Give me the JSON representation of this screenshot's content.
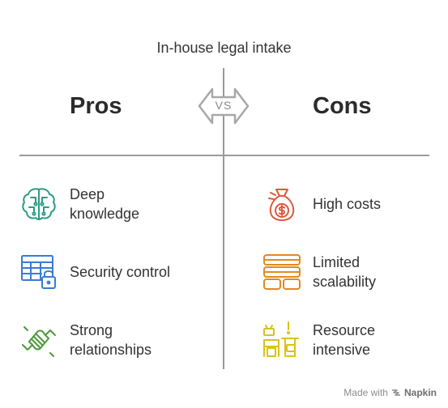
{
  "title": "In-house legal intake",
  "vs_label": "VS",
  "pros": {
    "heading": "Pros",
    "items": [
      {
        "label_line1": "Deep",
        "label_line2": "knowledge",
        "icon": "brain-icon",
        "color": "#2a9d84"
      },
      {
        "label_line1": "Security control",
        "label_line2": "",
        "icon": "locked-table-icon",
        "color": "#3a7bd5"
      },
      {
        "label_line1": "Strong",
        "label_line2": "relationships",
        "icon": "handshake-icon",
        "color": "#4c9a3a"
      }
    ]
  },
  "cons": {
    "heading": "Cons",
    "items": [
      {
        "label_line1": "High costs",
        "label_line2": "",
        "icon": "money-bag-icon",
        "color": "#e0573e"
      },
      {
        "label_line1": "Limited",
        "label_line2": "scalability",
        "icon": "stacked-boxes-icon",
        "color": "#e08a1e"
      },
      {
        "label_line1": "Resource",
        "label_line2": "intensive",
        "icon": "desk-worker-icon",
        "color": "#d9c21a"
      }
    ]
  },
  "footer": {
    "made_with": "Made with",
    "brand": "Napkin"
  }
}
